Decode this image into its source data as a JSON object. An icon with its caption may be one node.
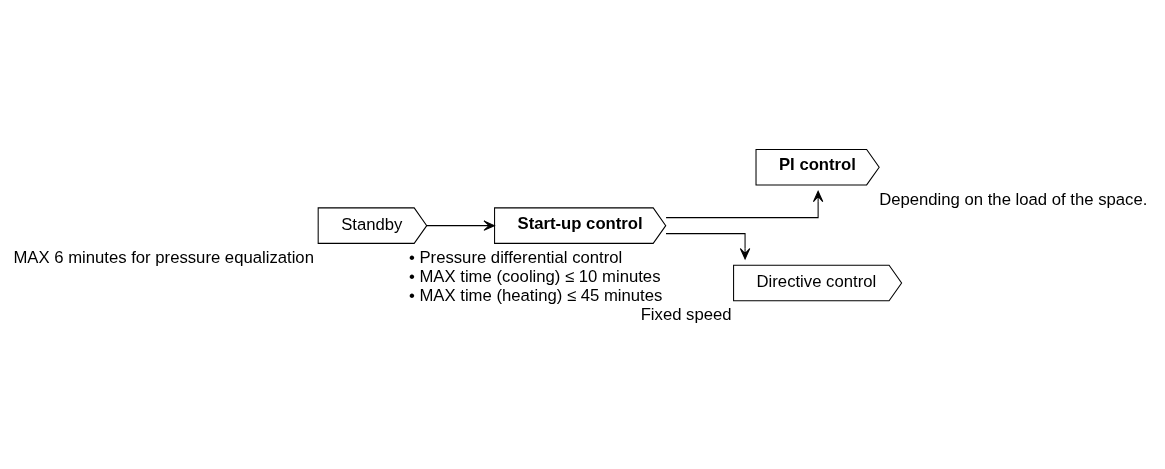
{
  "diagram": {
    "nodes": [
      {
        "text": [
          "Standby"
        ],
        "beside": [
          "MAX 6 minutes for pressure equalization"
        ]
      },
      {
        "text": [
          "Start-up control"
        ],
        "beside": [
          "• Pressure differential control",
          "• MAX time (cooling) ≤ 10 minutes",
          "• MAX time (heating) ≤ 45 minutes"
        ]
      },
      {
        "text": [
          "PI control"
        ],
        "beside": [
          "Depending on the load of the space."
        ]
      },
      {
        "text": [
          "Directive control"
        ],
        "beside": [
          "Fixed speed"
        ]
      }
    ],
    "edges": [
      {
        "from": 0,
        "to": 1,
        "arrow": "to"
      },
      {
        "from": 1,
        "to": 2,
        "arrow": "to"
      },
      {
        "from": 1,
        "to": 3,
        "arrow": "to"
      }
    ]
  }
}
